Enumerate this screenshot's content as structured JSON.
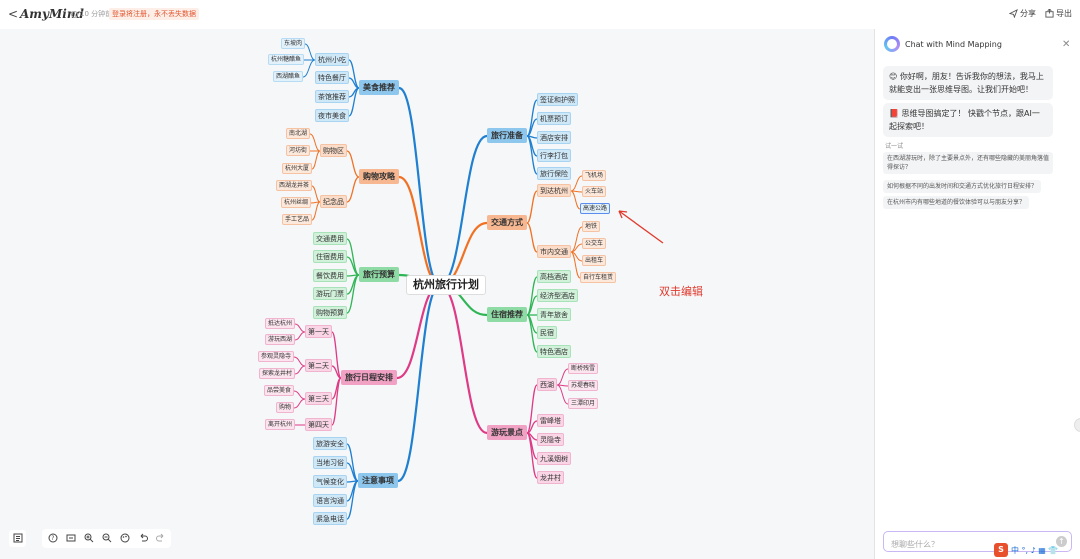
{
  "header": {
    "back_glyph": "<",
    "logo": "AmyMind",
    "saved_text": "10 分钟前",
    "login_notice": "登录将注册，永不丢失数据",
    "share_label": "分享",
    "export_label": "导出"
  },
  "mindmap": {
    "root": "杭州旅行计划",
    "branches": [
      {
        "label": "美食推荐",
        "color": "blue",
        "children": [
          {
            "label": "杭州小吃",
            "children": [
              "东坡肉",
              "杭州糖醋鱼",
              "西湖醋鱼"
            ]
          },
          {
            "label": "特色餐厅",
            "children": []
          },
          {
            "label": "茶馆推荐",
            "children": []
          },
          {
            "label": "夜市美食",
            "children": []
          }
        ]
      },
      {
        "label": "购物攻略",
        "color": "orange",
        "children": [
          {
            "label": "购物区",
            "children": [
              "南北湖",
              "河坊街",
              "杭州大厦"
            ]
          },
          {
            "label": "纪念品",
            "children": [
              "西湖龙井茶",
              "杭州丝绸",
              "手工艺品"
            ]
          }
        ]
      },
      {
        "label": "旅行预算",
        "color": "green",
        "children": [
          {
            "label": "交通费用",
            "children": []
          },
          {
            "label": "住宿费用",
            "children": []
          },
          {
            "label": "餐饮费用",
            "children": []
          },
          {
            "label": "游玩门票",
            "children": []
          },
          {
            "label": "购物预算",
            "children": []
          }
        ]
      },
      {
        "label": "旅行日程安排",
        "color": "pink",
        "children": [
          {
            "label": "第一天",
            "children": [
              "抵达杭州",
              "游玩西湖"
            ]
          },
          {
            "label": "第二天",
            "children": [
              "参观灵隐寺",
              "探索龙井村"
            ]
          },
          {
            "label": "第三天",
            "children": [
              "品尝美食",
              "购物"
            ]
          },
          {
            "label": "第四天",
            "children": [
              "离开杭州"
            ]
          }
        ]
      },
      {
        "label": "注意事项",
        "color": "blue",
        "children": [
          {
            "label": "旅游安全",
            "children": []
          },
          {
            "label": "当地习俗",
            "children": []
          },
          {
            "label": "气候变化",
            "children": []
          },
          {
            "label": "语言沟通",
            "children": []
          },
          {
            "label": "紧急电话",
            "children": []
          }
        ]
      },
      {
        "label": "旅行准备",
        "color": "blue",
        "children": [
          {
            "label": "签证和护照",
            "children": []
          },
          {
            "label": "机票预订",
            "children": []
          },
          {
            "label": "酒店安排",
            "children": []
          },
          {
            "label": "行李打包",
            "children": []
          },
          {
            "label": "旅行保险",
            "children": []
          }
        ]
      },
      {
        "label": "交通方式",
        "color": "orange",
        "children": [
          {
            "label": "到达杭州",
            "children": [
              "飞机场",
              "火车站",
              "高速公路"
            ]
          },
          {
            "label": "市内交通",
            "children": [
              "地铁",
              "公交车",
              "出租车",
              "自行车租赁"
            ]
          }
        ]
      },
      {
        "label": "住宿推荐",
        "color": "green",
        "children": [
          {
            "label": "高档酒店",
            "children": []
          },
          {
            "label": "经济型酒店",
            "children": []
          },
          {
            "label": "青年旅舍",
            "children": []
          },
          {
            "label": "民宿",
            "children": []
          },
          {
            "label": "特色酒店",
            "children": []
          }
        ]
      },
      {
        "label": "游玩景点",
        "color": "pink",
        "children": [
          {
            "label": "西湖",
            "children": [
              "断桥残雪",
              "苏堤春晓",
              "三潭印月"
            ]
          },
          {
            "label": "雷峰塔",
            "children": []
          },
          {
            "label": "灵隐寺",
            "children": []
          },
          {
            "label": "九溪烟树",
            "children": []
          },
          {
            "label": "龙井村",
            "children": []
          }
        ]
      }
    ],
    "annotation": "双击编辑",
    "selected_node": "高速公路"
  },
  "toolbar": {
    "icons": [
      "outline-icon",
      "help-icon",
      "fit-view-icon",
      "zoom-in-icon",
      "zoom-out-icon",
      "theme-icon",
      "undo-icon",
      "redo-icon"
    ]
  },
  "panel": {
    "title": "Chat with Mind Mapping",
    "messages": [
      "😊 你好啊，朋友！告诉我你的想法，我马上就能变出一张思维导图。让我们开始吧！",
      "📕 思维导图搞定了！ 快戳个节点，跟AI一起探索吧！"
    ],
    "try_label": "试一试",
    "suggestions": [
      "在西湖游玩时，除了主要景点外，还有哪些隐藏的美丽角落值得探访？",
      "如何根据不同的出发时间和交通方式优化旅行日程安排？",
      "在杭州市内有哪些地道的餐饮体验可以与朋友分享？"
    ],
    "input_placeholder": "想聊些什么？",
    "ime_text": "中 °, ♪ ▦ 👕"
  },
  "colors": {
    "blue_line": "#1f7fd0",
    "orange_line": "#f07124",
    "green_line": "#2fb556",
    "pink_line": "#de3a86"
  }
}
